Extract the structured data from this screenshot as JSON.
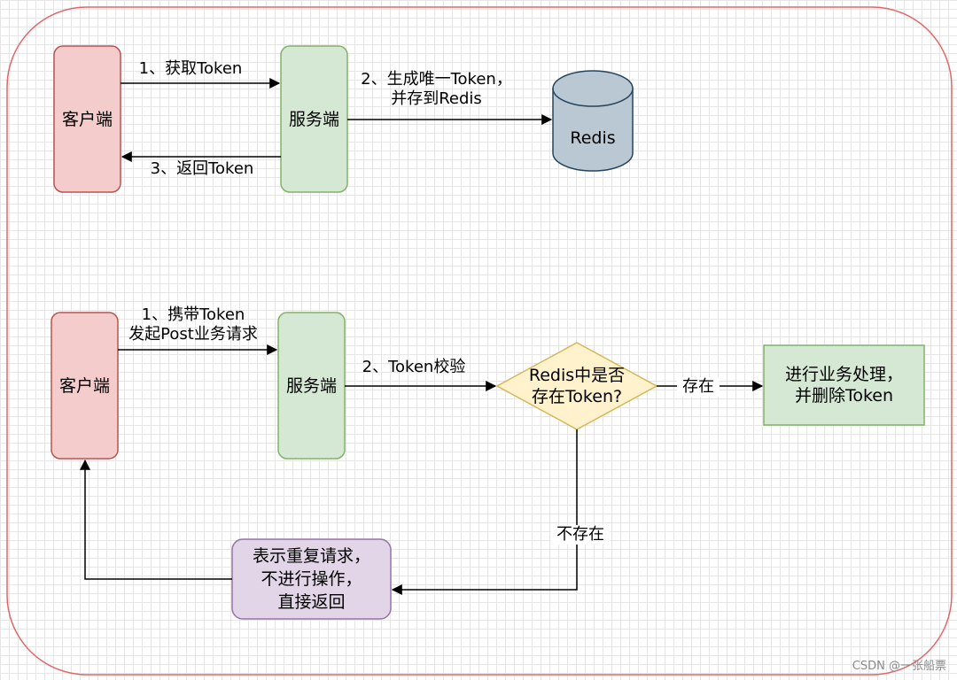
{
  "colors": {
    "frame": "#e06666",
    "client_fill": "#f4cccc",
    "client_stroke": "#b85450",
    "server_fill": "#d5e8d4",
    "server_stroke": "#82b366",
    "redis_fill": "#bac8d3",
    "redis_stroke": "#23445d",
    "decision_fill": "#fff2cc",
    "decision_stroke": "#d6b656",
    "repeat_fill": "#e1d5e7",
    "repeat_stroke": "#9673a6"
  },
  "top": {
    "client": "客户端",
    "server": "服务端",
    "redis": "Redis",
    "step1": "1、获取Token",
    "step2": "2、生成唯一Token，\n并存到Redis",
    "step3": "3、返回Token"
  },
  "bottom": {
    "client": "客户端",
    "server": "服务端",
    "step1": "1、携带Token\n发起Post业务请求",
    "step2": "2、Token校验",
    "decision": "Redis中是否\n存在Token?",
    "exists": "存在",
    "not_exists": "不存在",
    "process": "进行业务处理，\n 并删除Token",
    "repeat": "表示重复请求，\n不进行操作，\n直接返回"
  },
  "watermark": "CSDN @一张船票"
}
